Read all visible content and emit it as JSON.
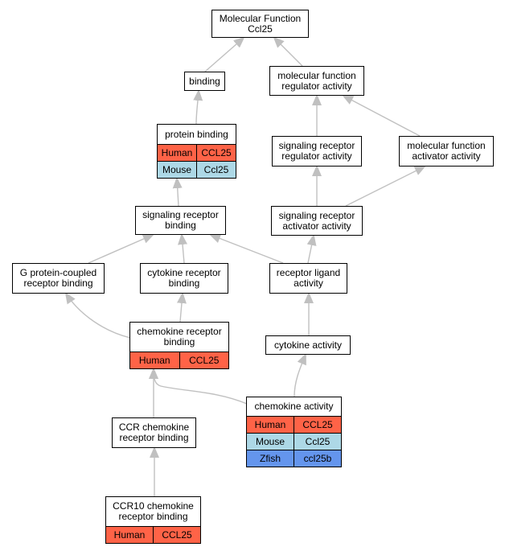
{
  "colors": {
    "human": "#ff6347",
    "mouse": "#add8e6",
    "zfish": "#6495ed",
    "edge": "#c0c0c0"
  },
  "nodes": {
    "molecular_function": {
      "title": "Molecular Function\nCcl25",
      "rows": []
    },
    "binding": {
      "title": "binding",
      "rows": []
    },
    "mf_regulator": {
      "title": "molecular function\nregulator activity",
      "rows": []
    },
    "protein_binding": {
      "title": "protein binding",
      "rows": [
        {
          "species": "Human",
          "gene": "CCL25"
        },
        {
          "species": "Mouse",
          "gene": "Ccl25"
        }
      ]
    },
    "sig_rec_regulator": {
      "title": "signaling receptor\nregulator activity",
      "rows": []
    },
    "mf_activator": {
      "title": "molecular function\nactivator activity",
      "rows": []
    },
    "sig_rec_binding": {
      "title": "signaling receptor\nbinding",
      "rows": []
    },
    "sig_rec_activator": {
      "title": "signaling receptor\nactivator activity",
      "rows": []
    },
    "gpcr_binding": {
      "title": "G protein-coupled\nreceptor binding",
      "rows": []
    },
    "cytokine_rec_binding": {
      "title": "cytokine receptor\nbinding",
      "rows": []
    },
    "receptor_ligand": {
      "title": "receptor ligand\nactivity",
      "rows": []
    },
    "chemokine_rec_binding": {
      "title": "chemokine receptor\nbinding",
      "rows": [
        {
          "species": "Human",
          "gene": "CCL25"
        }
      ]
    },
    "cytokine_activity": {
      "title": "cytokine activity",
      "rows": []
    },
    "chemokine_activity": {
      "title": "chemokine activity",
      "rows": [
        {
          "species": "Human",
          "gene": "CCL25"
        },
        {
          "species": "Mouse",
          "gene": "Ccl25"
        },
        {
          "species": "Zfish",
          "gene": "ccl25b"
        }
      ]
    },
    "ccr_binding": {
      "title": "CCR chemokine\nreceptor binding",
      "rows": []
    },
    "ccr10_binding": {
      "title": "CCR10 chemokine\nreceptor binding",
      "rows": [
        {
          "species": "Human",
          "gene": "CCL25"
        }
      ]
    }
  }
}
